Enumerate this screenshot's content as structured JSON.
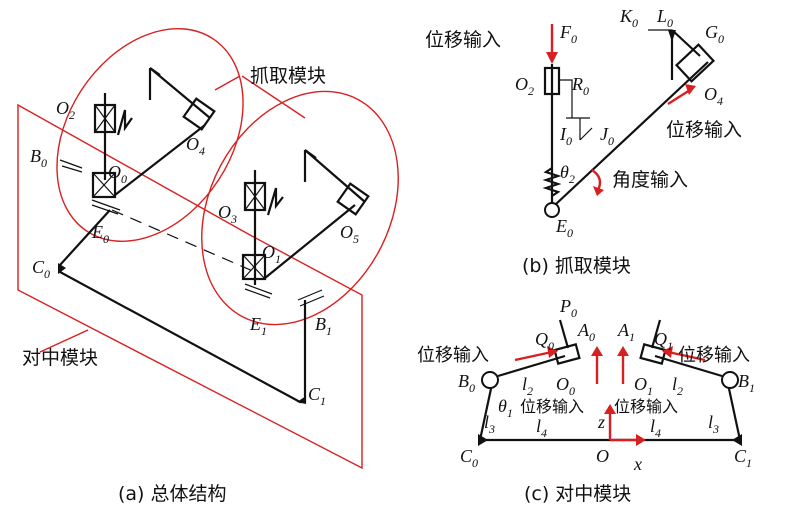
{
  "panel_a": {
    "caption": "(a) 总体结构",
    "grasp_module_label": "抓取模块",
    "centering_module_label": "对中模块",
    "points": {
      "O2": "O",
      "O2_sub": "2",
      "O4": "O",
      "O4_sub": "4",
      "O0": "O",
      "O0_sub": "0",
      "B0": "B",
      "B0_sub": "0",
      "E0": "E",
      "E0_sub": "0",
      "C0": "C",
      "C0_sub": "0",
      "O3": "O",
      "O3_sub": "3",
      "O1": "O",
      "O1_sub": "1",
      "O5": "O",
      "O5_sub": "5",
      "E1": "E",
      "E1_sub": "1",
      "B1": "B",
      "B1_sub": "1",
      "C1": "C",
      "C1_sub": "1"
    }
  },
  "panel_b": {
    "caption": "(b) 抓取模块",
    "displacement_input_1": "位移输入",
    "displacement_input_2": "位移输入",
    "angle_input": "角度输入",
    "points": {
      "F0": "F",
      "F0_sub": "0",
      "K0": "K",
      "K0_sub": "0",
      "L0": "L",
      "L0_sub": "0",
      "G0": "G",
      "G0_sub": "0",
      "O2": "O",
      "O2_sub": "2",
      "R0": "R",
      "R0_sub": "0",
      "O4": "O",
      "O4_sub": "4",
      "I0": "I",
      "I0_sub": "0",
      "J0": "J",
      "J0_sub": "0",
      "theta2": "θ",
      "theta2_sub": "2",
      "E0": "E",
      "E0_sub": "0"
    }
  },
  "panel_c": {
    "caption": "(c) 对中模块",
    "displacement_input_left": "位移输入",
    "displacement_input_right": "位移输入",
    "displacement_input_mid_left": "位移输入",
    "displacement_input_mid_right": "位移输入",
    "points": {
      "P0": "P",
      "P0_sub": "0",
      "Q0": "Q",
      "Q0_sub": "0",
      "A0": "A",
      "A0_sub": "0",
      "A1": "A",
      "A1_sub": "1",
      "Q1": "Q",
      "Q1_sub": "1",
      "B0": "B",
      "B0_sub": "0",
      "l2L": "l",
      "l2L_sub": "2",
      "O0": "O",
      "O0_sub": "0",
      "O1": "O",
      "O1_sub": "1",
      "l2R": "l",
      "l2R_sub": "2",
      "B1": "B",
      "B1_sub": "1",
      "theta1": "θ",
      "theta1_sub": "1",
      "z": "z",
      "l3L": "l",
      "l3L_sub": "3",
      "l4L": "l",
      "l4L_sub": "4",
      "l4R": "l",
      "l4R_sub": "4",
      "l3R": "l",
      "l3R_sub": "3",
      "C0": "C",
      "C0_sub": "0",
      "O": "O",
      "x": "x",
      "C1": "C",
      "C1_sub": "1"
    }
  }
}
